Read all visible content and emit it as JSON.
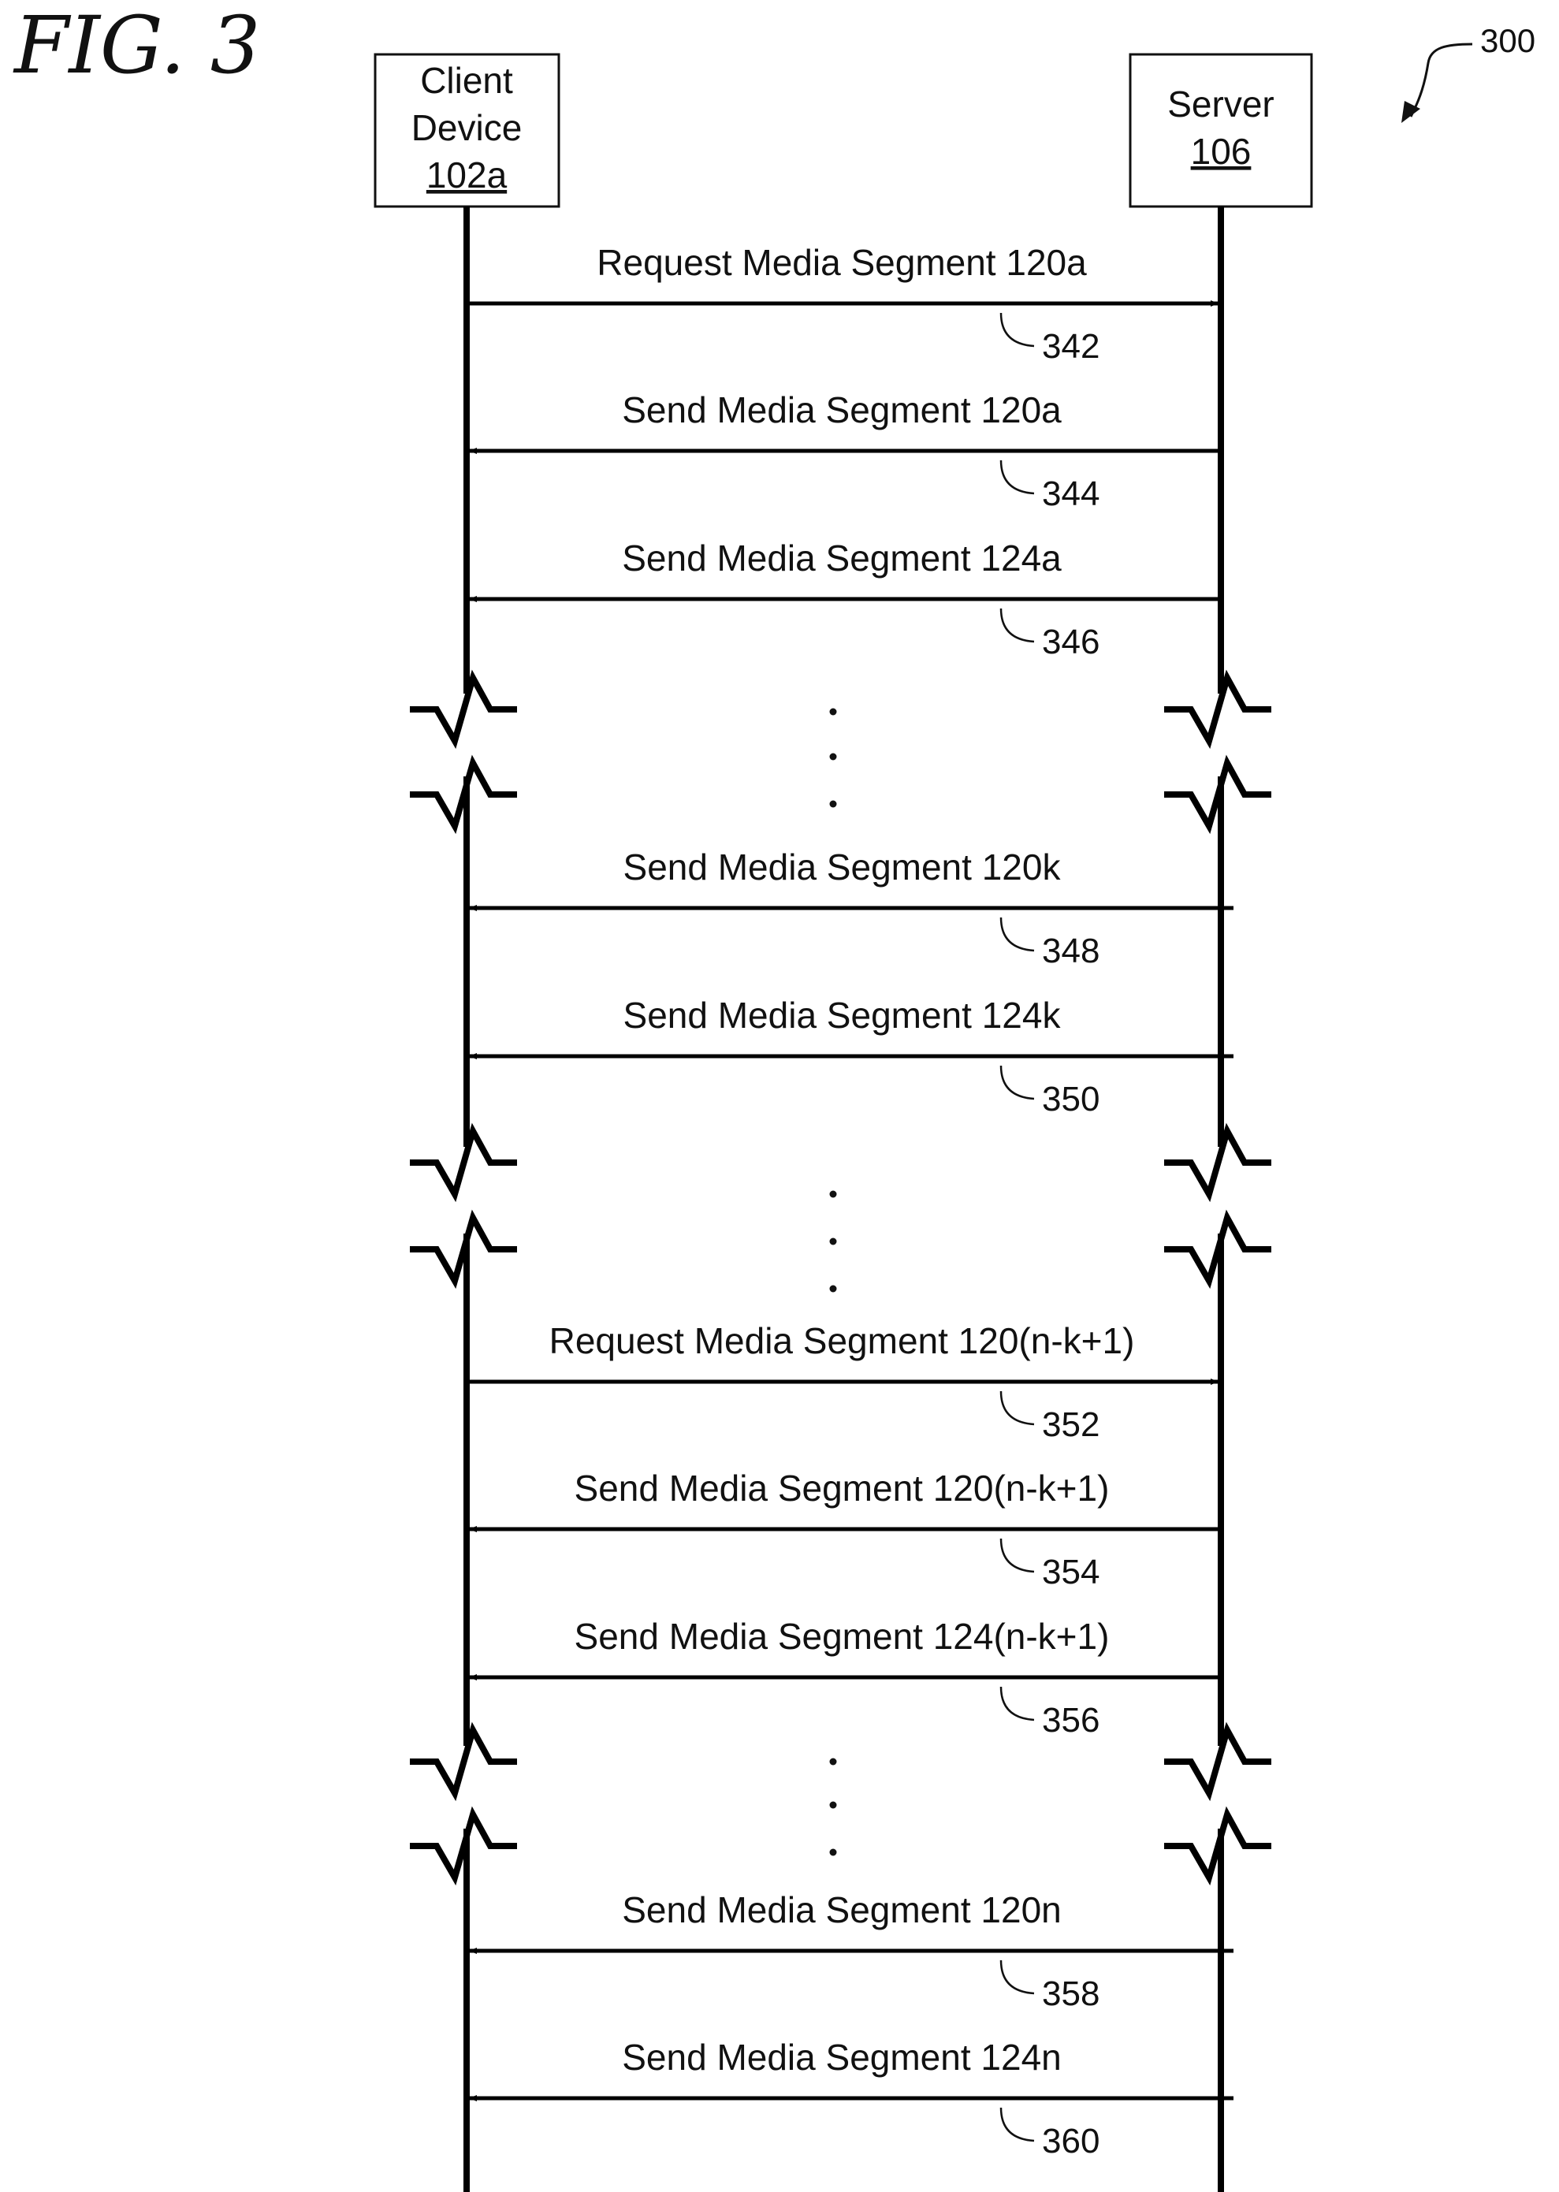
{
  "figure_label": "FIG. 3",
  "figure_ref": "300",
  "participants": [
    {
      "lines": [
        "Client",
        "Device"
      ],
      "ref": "102a"
    },
    {
      "lines": [
        "Server"
      ],
      "ref": "106"
    }
  ],
  "messages": [
    {
      "label": "Request Media Segment 120a",
      "ref": "342",
      "direction": "to-server"
    },
    {
      "label": "Send Media Segment 120a",
      "ref": "344",
      "direction": "to-client"
    },
    {
      "label": "Send Media Segment 124a",
      "ref": "346",
      "direction": "to-client"
    },
    {
      "label": "Send Media Segment 120k",
      "ref": "348",
      "direction": "to-client"
    },
    {
      "label": "Send Media Segment 124k",
      "ref": "350",
      "direction": "to-client"
    },
    {
      "label": "Request Media Segment 120(n-k+1)",
      "ref": "352",
      "direction": "to-server"
    },
    {
      "label": "Send Media Segment 120(n-k+1)",
      "ref": "354",
      "direction": "to-client"
    },
    {
      "label": "Send Media Segment 124(n-k+1)",
      "ref": "356",
      "direction": "to-client"
    },
    {
      "label": "Send Media Segment 120n",
      "ref": "358",
      "direction": "to-client"
    },
    {
      "label": "Send Media Segment 124n",
      "ref": "360",
      "direction": "to-client"
    }
  ],
  "ellipsis_count": 3
}
